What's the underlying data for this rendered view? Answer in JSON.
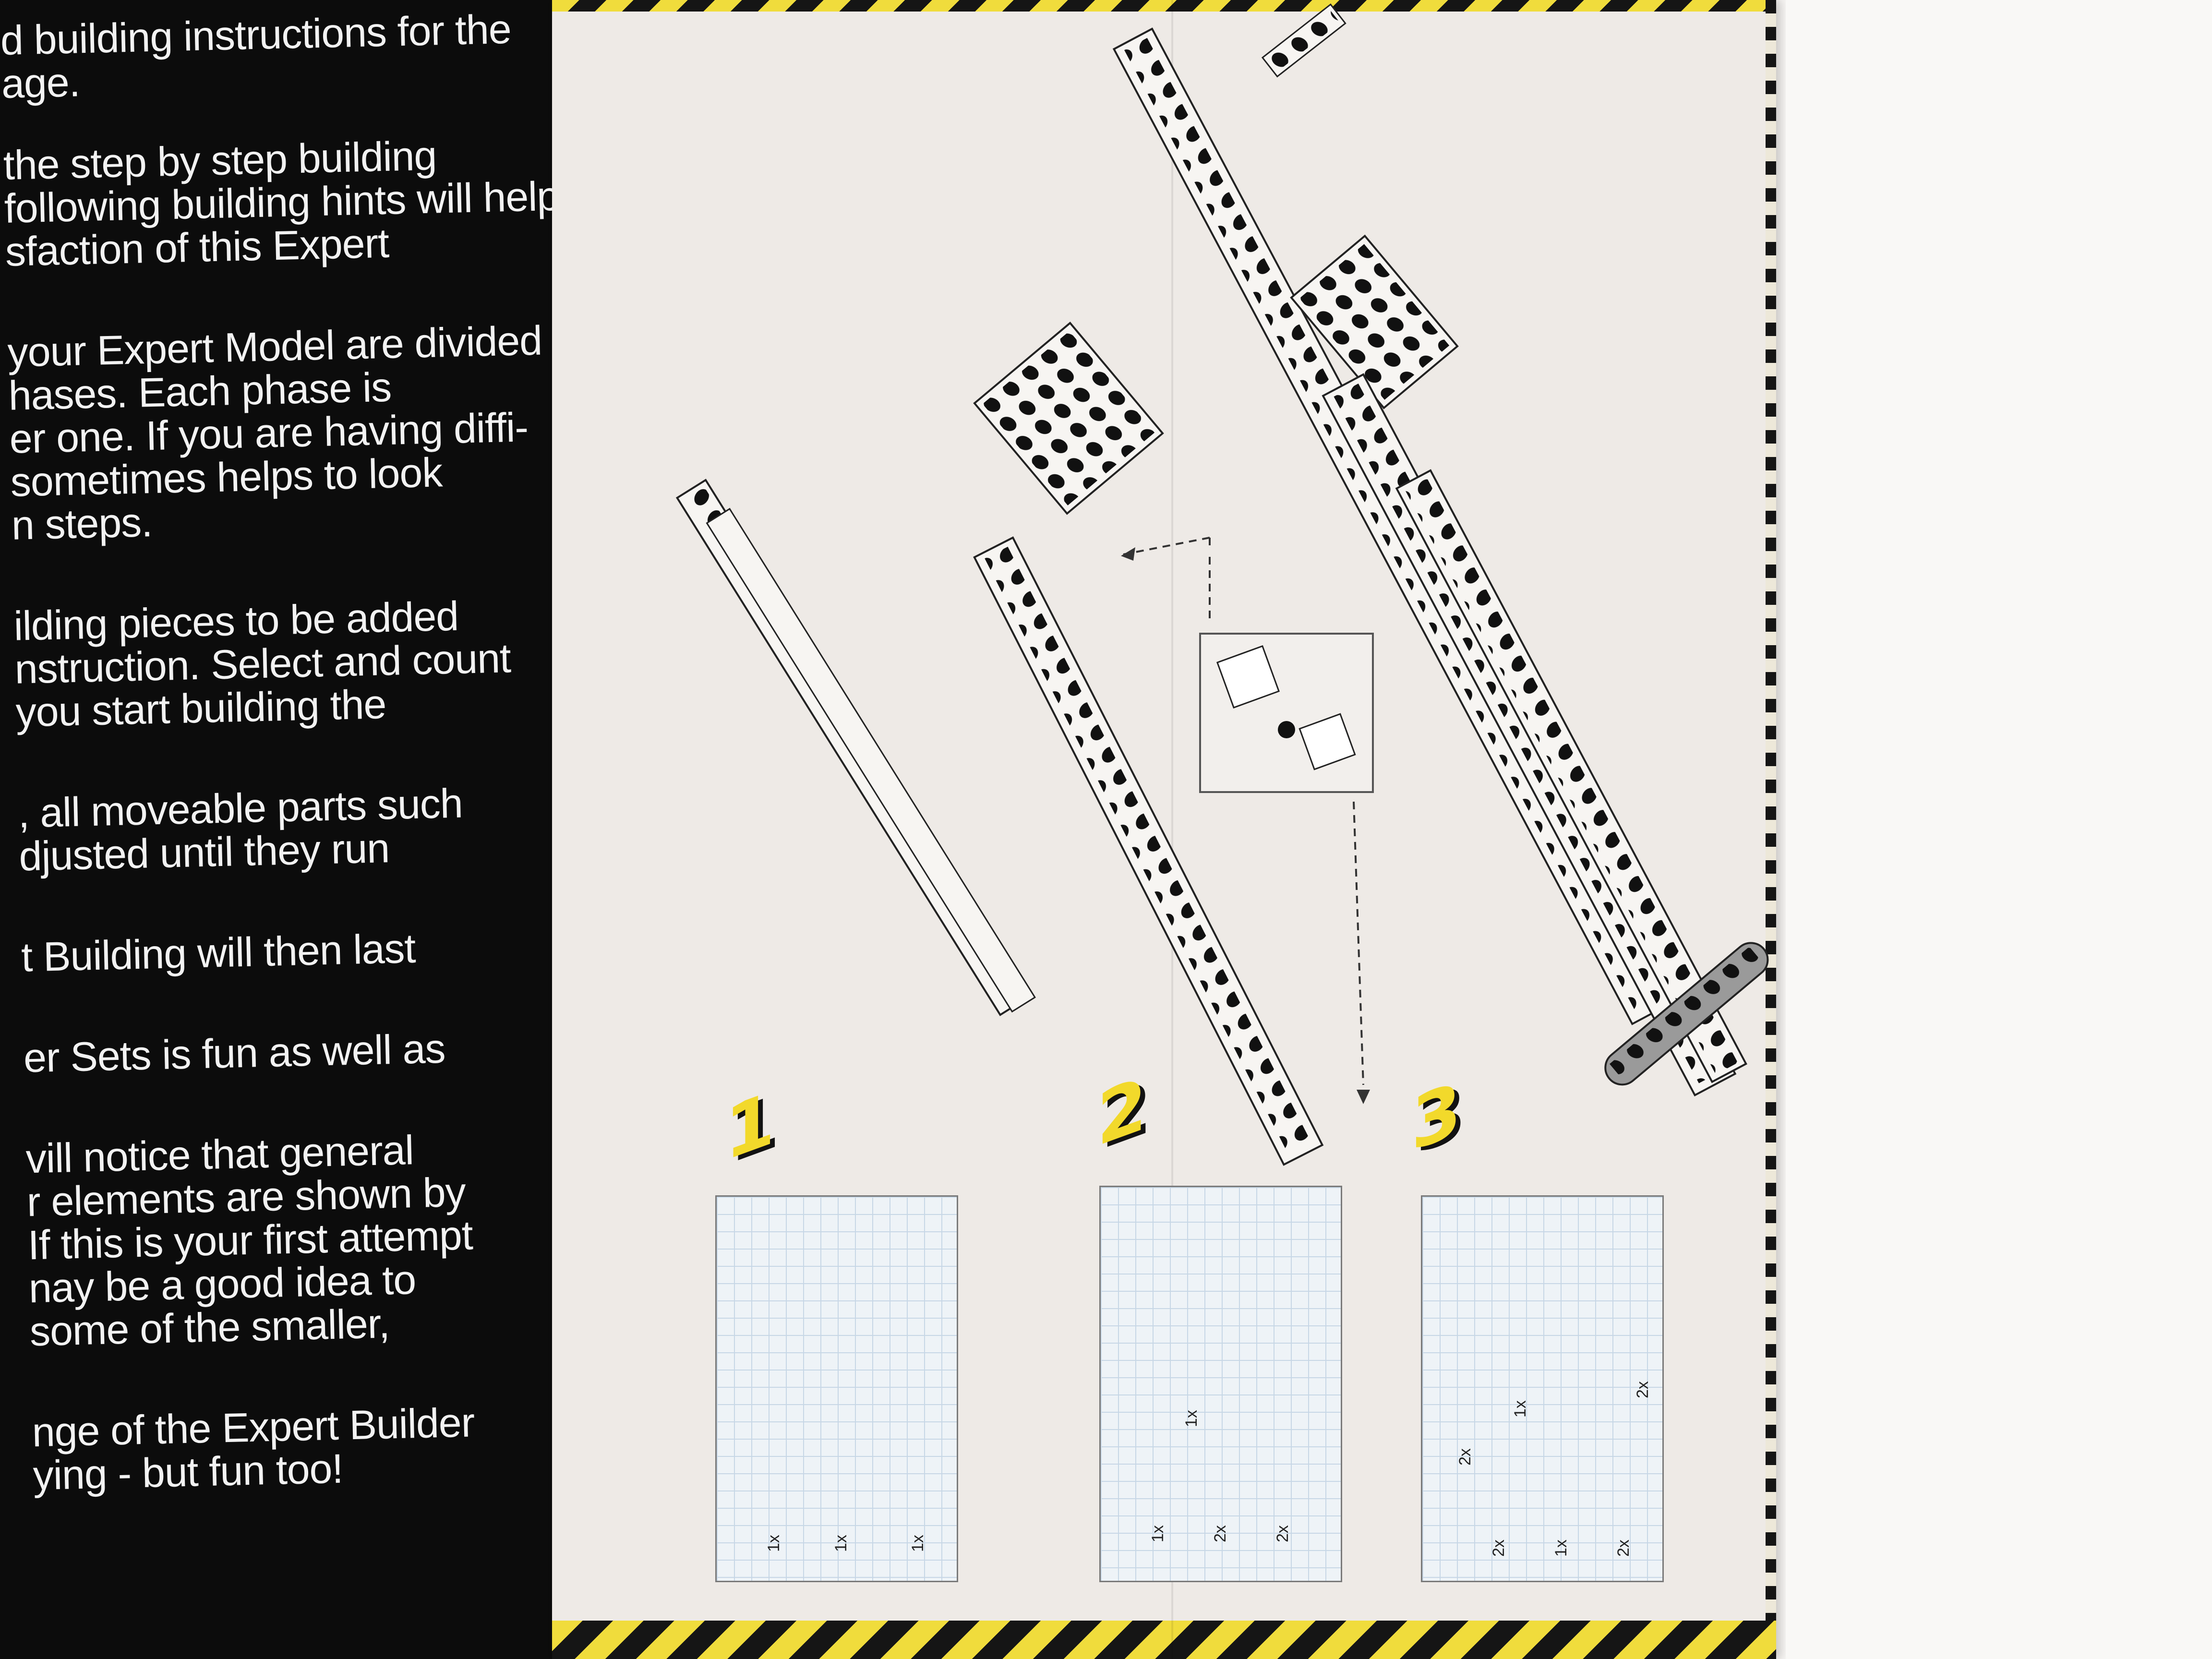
{
  "left_page": {
    "paragraphs": [
      [
        "d building instructions for the",
        "age."
      ],
      [
        "the step by step building",
        "following building hints will help",
        "sfaction of this Expert"
      ],
      [
        "your Expert Model are divided",
        "hases. Each phase is",
        "er one. If you are having diffi-",
        "sometimes helps to look",
        "n steps."
      ],
      [
        "ilding pieces to be added",
        "nstruction. Select and count",
        "you start building the"
      ],
      [
        ", all moveable parts such",
        "djusted until they run"
      ],
      [
        "t Building will then last"
      ],
      [
        "er Sets is fun as well as"
      ],
      [
        "vill notice that general",
        "r elements are shown by",
        "If this is your first attempt",
        "nay be a good idea to",
        "some of the smaller,"
      ],
      [
        "nge of the Expert Builder",
        "ying - but fun too!"
      ]
    ]
  },
  "instructions": {
    "steps": [
      {
        "number": "1",
        "quantities": [
          "1x",
          "1x",
          "1x"
        ]
      },
      {
        "number": "2",
        "quantities": [
          "1x",
          "1x",
          "2x",
          "2x"
        ]
      },
      {
        "number": "3",
        "quantities": [
          "1x",
          "2x",
          "2x",
          "2x",
          "1x",
          "2x"
        ]
      }
    ]
  },
  "colors": {
    "page_dark": "#0c0c0c",
    "hazard_yellow": "#f0dc3c",
    "grid_blue": "#c7d7e6"
  }
}
